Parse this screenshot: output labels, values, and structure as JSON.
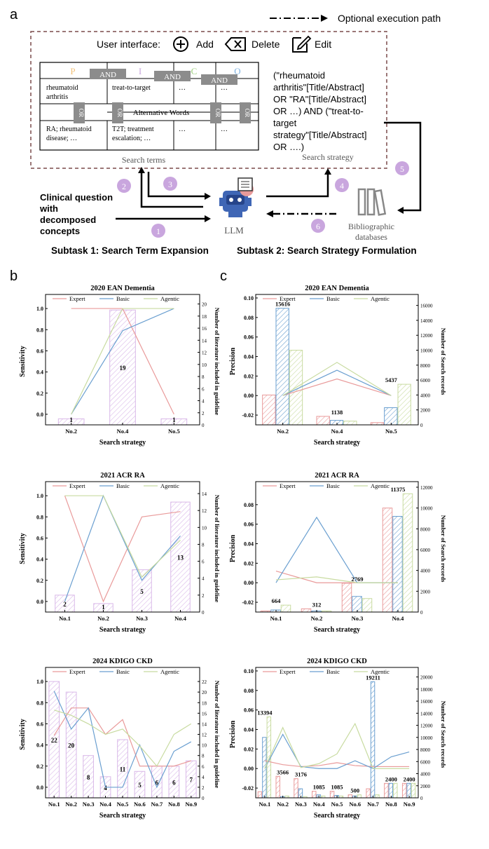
{
  "panel_a": {
    "letter": "a",
    "optional_path": "Optional execution path",
    "ui_label": "User interface:",
    "add": "Add",
    "delete": "Delete",
    "edit": "Edit",
    "pico": [
      "P",
      "I",
      "C",
      "O"
    ],
    "pico_colors": [
      "#f2c27a",
      "#c9a6de",
      "#9bcf7b",
      "#7fb2e0"
    ],
    "and_label": "AND",
    "or_label": "OR",
    "alt_words": "Alternative Words",
    "term_p": [
      "rheumatoid",
      "arthritis"
    ],
    "term_i": "treat-to-target",
    "term_c": "…",
    "term_o": "…",
    "alt_p": [
      "RA; rheumatoid",
      "disease; …"
    ],
    "alt_i": [
      "T2T; treatment",
      "escalation; …"
    ],
    "alt_c": "…",
    "alt_o": "…",
    "strategy_lines": [
      "(\"rheumatoid",
      "arthritis\"[Title/Abstract]",
      "OR \"RA\"[Title/Abstract]",
      "OR  …) AND (\"treat-to-",
      "target",
      "strategy\"[Title/Abstract]",
      "OR ….)"
    ],
    "search_strategy_caption": "Search strategy",
    "search_terms_caption": "Search terms",
    "clinical_q": [
      "Clinical question",
      "with",
      "decomposed",
      "concepts"
    ],
    "llm": "LLM",
    "biblio": [
      "Bibliographic",
      "databases"
    ],
    "steps": [
      "1",
      "2",
      "3",
      "4",
      "5",
      "6"
    ],
    "subtask1": "Subtask 1: Search Term Expansion",
    "subtask2": "Subtask 2: Search Strategy Formulation"
  },
  "panel_b_letter": "b",
  "panel_c_letter": "c",
  "colors": {
    "expert": "#e99a9a",
    "basic": "#6a9fd0",
    "agentic": "#c8dba0",
    "bar_b": "#d9b8e8"
  },
  "chart_data": [
    {
      "id": "b1",
      "type": "bar+line",
      "title": "2020 EAN Dementia",
      "xlabel": "Search strategy",
      "ylabel": "Sensitivity",
      "y2label": "Number of literature included in guideline",
      "categories": [
        "No.2",
        "No.4",
        "No.5"
      ],
      "ylim": [
        -0.1,
        1.1
      ],
      "y2lim": [
        0,
        21
      ],
      "yticks": [
        0.0,
        0.2,
        0.4,
        0.6,
        0.8,
        1.0
      ],
      "y2ticks": [
        0,
        2,
        4,
        6,
        8,
        10,
        12,
        14,
        16,
        18,
        20
      ],
      "bars": [
        1,
        19,
        1
      ],
      "bar_labels": [
        "1",
        "19",
        "1"
      ],
      "series": [
        {
          "name": "Expert",
          "values": [
            1.0,
            1.0,
            0.0
          ]
        },
        {
          "name": "Basic",
          "values": [
            0.0,
            0.79,
            1.0
          ]
        },
        {
          "name": "Agentic",
          "values": [
            0.0,
            1.0,
            1.0
          ]
        }
      ]
    },
    {
      "id": "b2",
      "type": "bar+line",
      "title": "2021 ACR RA",
      "xlabel": "Search strategy",
      "ylabel": "Sensitivity",
      "y2label": "Number of literature included in guideline",
      "categories": [
        "No.1",
        "No.2",
        "No.3",
        "No.4"
      ],
      "ylim": [
        -0.1,
        1.1
      ],
      "y2lim": [
        0,
        15
      ],
      "yticks": [
        0.0,
        0.2,
        0.4,
        0.6,
        0.8,
        1.0
      ],
      "y2ticks": [
        0,
        2,
        4,
        6,
        8,
        10,
        12,
        14
      ],
      "bars": [
        2,
        1,
        5,
        13
      ],
      "bar_labels": [
        "2",
        "1",
        "5",
        "13"
      ],
      "series": [
        {
          "name": "Expert",
          "values": [
            1.0,
            0.0,
            0.8,
            0.85
          ]
        },
        {
          "name": "Basic",
          "values": [
            0.0,
            1.0,
            0.2,
            0.62
          ]
        },
        {
          "name": "Agentic",
          "values": [
            1.0,
            1.0,
            0.23,
            0.58
          ]
        }
      ]
    },
    {
      "id": "b3",
      "type": "bar+line",
      "title": "2024 KDIGO CKD",
      "xlabel": "Search strategy",
      "ylabel": "Sensitivity",
      "y2label": "Number of literature included in guideline",
      "categories": [
        "No.1",
        "No.2",
        "No.3",
        "No.4",
        "No.5",
        "No.6",
        "No.7",
        "No.8",
        "No.9"
      ],
      "ylim": [
        -0.1,
        1.1
      ],
      "y2lim": [
        0,
        24
      ],
      "yticks": [
        0.0,
        0.2,
        0.4,
        0.6,
        0.8,
        1.0
      ],
      "y2ticks": [
        0,
        2,
        4,
        6,
        8,
        10,
        12,
        14,
        16,
        18,
        20,
        22
      ],
      "bars": [
        22,
        20,
        8,
        4,
        11,
        5,
        6,
        6,
        7
      ],
      "bar_labels": [
        "22",
        "20",
        "8",
        "4",
        "11",
        "5",
        "6",
        "6",
        "7"
      ],
      "series": [
        {
          "name": "Expert",
          "values": [
            0.49,
            0.75,
            0.75,
            0.5,
            0.64,
            0.2,
            0.2,
            0.2,
            0.25
          ]
        },
        {
          "name": "Basic",
          "values": [
            0.91,
            0.55,
            0.75,
            0.0,
            0.0,
            0.4,
            0.0,
            0.34,
            0.43
          ]
        },
        {
          "name": "Agentic",
          "values": [
            0.73,
            0.68,
            0.6,
            0.5,
            0.55,
            0.39,
            0.2,
            0.5,
            0.6
          ]
        }
      ]
    },
    {
      "id": "c1",
      "type": "bar+line",
      "title": "2020 EAN Dementia",
      "xlabel": "Search strategy",
      "ylabel": "Precision",
      "y2label": "Number of Search records",
      "categories": [
        "No.2",
        "No.4",
        "No.5"
      ],
      "ylim": [
        -0.03,
        0.1
      ],
      "y2lim": [
        0,
        17000
      ],
      "yticks": [
        -0.02,
        0.0,
        0.02,
        0.04,
        0.06,
        0.08,
        0.1
      ],
      "y2ticks": [
        0,
        2000,
        4000,
        6000,
        8000,
        10000,
        12000,
        14000,
        16000
      ],
      "bars": [
        [
          4000,
          15616,
          10000
        ],
        [
          1138,
          600,
          500
        ],
        [
          300,
          2300,
          5437
        ]
      ],
      "bar_labels": [
        "15616",
        "1138",
        "5437"
      ],
      "series": [
        {
          "name": "Expert",
          "values": [
            0.0,
            0.017,
            0.0
          ]
        },
        {
          "name": "Basic",
          "values": [
            0.0,
            0.026,
            0.0
          ]
        },
        {
          "name": "Agentic",
          "values": [
            0.0,
            0.034,
            0.0
          ]
        }
      ]
    },
    {
      "id": "c2",
      "type": "bar+line",
      "title": "2021 ACR RA",
      "xlabel": "Search strategy",
      "ylabel": "Precision",
      "y2label": "Number of Search records",
      "categories": [
        "No.1",
        "No.2",
        "No.3",
        "No.4"
      ],
      "ylim": [
        -0.03,
        0.1
      ],
      "y2lim": [
        0,
        12200
      ],
      "yticks": [
        -0.02,
        0.0,
        0.02,
        0.04,
        0.06,
        0.08
      ],
      "y2ticks": [
        0,
        2000,
        4000,
        6000,
        8000,
        10000,
        12000
      ],
      "bars": [
        [
          100,
          200,
          664
        ],
        [
          312,
          100,
          100
        ],
        [
          2769,
          1500,
          1300
        ],
        [
          10000,
          9200,
          11375
        ]
      ],
      "bar_labels": [
        "664",
        "312",
        "2769",
        "11375"
      ],
      "series": [
        {
          "name": "Expert",
          "values": [
            0.012,
            0.0,
            0.0,
            0.0
          ]
        },
        {
          "name": "Basic",
          "values": [
            0.0,
            0.067,
            0.0,
            0.0
          ]
        },
        {
          "name": "Agentic",
          "values": [
            0.003,
            0.006,
            0.0,
            0.0
          ]
        }
      ]
    },
    {
      "id": "c3",
      "type": "bar+line",
      "title": "2024 KDIGO CKD",
      "xlabel": "Search strategy",
      "ylabel": "Precision",
      "y2label": "Number of Search records",
      "categories": [
        "No.1",
        "No.2",
        "No.3",
        "No.4",
        "No.5",
        "No.6",
        "No.7",
        "No.8",
        "No.9"
      ],
      "ylim": [
        -0.03,
        0.1
      ],
      "y2lim": [
        0,
        21000
      ],
      "yticks": [
        -0.02,
        0.0,
        0.02,
        0.04,
        0.06,
        0.08,
        0.1
      ],
      "y2ticks": [
        0,
        2000,
        4000,
        6000,
        8000,
        10000,
        12000,
        14000,
        16000,
        18000,
        20000
      ],
      "bars": [
        [
          1000,
          10000,
          13394
        ],
        [
          3566,
          200,
          300
        ],
        [
          3176,
          1500,
          200
        ],
        [
          1085,
          500,
          300
        ],
        [
          1085,
          400,
          300
        ],
        [
          500,
          300,
          500
        ],
        [
          1500,
          19211,
          500
        ],
        [
          2400,
          2400,
          2400
        ],
        [
          2400,
          2400,
          2400
        ]
      ],
      "bar_labels": [
        "13394",
        "3566",
        "3176",
        "1085",
        "1085",
        "500",
        "19211",
        "2400",
        "2400"
      ],
      "series": [
        {
          "name": "Expert",
          "values": [
            0.008,
            0.004,
            0.002,
            0.003,
            0.006,
            0.003,
            0.002,
            0.002,
            0.002
          ]
        },
        {
          "name": "Basic",
          "values": [
            0.0,
            0.035,
            0.002,
            0.0,
            0.0,
            0.008,
            0.0,
            0.012,
            0.017
          ]
        },
        {
          "name": "Agentic",
          "values": [
            0.0,
            0.042,
            0.001,
            0.005,
            0.015,
            0.046,
            0.0,
            0.0,
            0.0
          ]
        }
      ]
    }
  ]
}
